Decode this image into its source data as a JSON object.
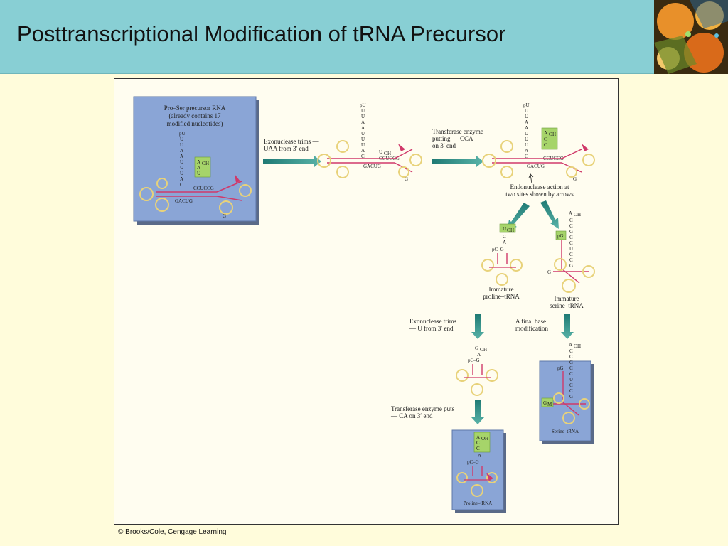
{
  "slide": {
    "title": "Posttranscriptional Modification of tRNA Precursor",
    "copyright": "© Brooks/Cole, Cengage Learning"
  },
  "figure": {
    "precursor_box": {
      "title_lines": [
        "Pro–Ser precursor RNA",
        "(already contains 17",
        "modified nucleotides)"
      ],
      "stem_letters": [
        "pU",
        "U",
        "U",
        "A",
        "A",
        "U",
        "U",
        "U",
        "A",
        "C"
      ],
      "green_tag": [
        "A",
        "OH",
        "A",
        "U"
      ],
      "seq_a": "GACUG",
      "seq_b": "CCUCCG",
      "g_label": "G"
    },
    "step1": {
      "lines": [
        "Exonuclease trims —",
        "UAA from 3′ end"
      ]
    },
    "step1_result": {
      "stem_letters": [
        "pU",
        "U",
        "U",
        "A",
        "A",
        "U",
        "U",
        "U",
        "A",
        "C"
      ],
      "end_tag": "U",
      "end_tag_sub": "OH",
      "seq_a": "GACUG",
      "seq_b": "CCUCCG",
      "g_label": "G"
    },
    "step2": {
      "lines": [
        "Transferase enzyme",
        "putting — CCA",
        "on 3′ end"
      ]
    },
    "step2_result": {
      "stem_letters": [
        "pU",
        "U",
        "U",
        "A",
        "A",
        "U",
        "U",
        "U",
        "A",
        "C"
      ],
      "green_tag": [
        "A",
        "OH",
        "C",
        "C"
      ],
      "seq_a": "GACUG",
      "seq_b": "CCUCCG",
      "g_label": "G"
    },
    "endonuclease": {
      "lines": [
        "Endonuclease action at",
        "two sites shown by arrows"
      ]
    },
    "imm_proline": {
      "tag": "U",
      "tag_sub": "OH",
      "letters": [
        "C",
        "A"
      ],
      "pc_label": "pC–G",
      "caption": [
        "Immature",
        "proline–tRNA"
      ]
    },
    "imm_serine": {
      "top": "A",
      "top_sub": "OH",
      "letters": [
        "C",
        "C",
        "G",
        "C",
        "C",
        "U",
        "C",
        "C",
        "G"
      ],
      "pg_label": "pG",
      "g_label": "G",
      "caption": [
        "Immature",
        "serine–tRNA"
      ]
    },
    "step3": {
      "lines": [
        "Exonuclease trims",
        "— U from 3′ end"
      ]
    },
    "step3_result": {
      "top": "G",
      "top_sub": "OH",
      "letters": [
        "A"
      ],
      "pc_label": "pC–G"
    },
    "step4": {
      "lines": [
        "A final base",
        "modification"
      ]
    },
    "serine_final": {
      "top": "A",
      "top_sub": "OH",
      "letters": [
        "C",
        "C",
        "G",
        "C",
        "C",
        "U",
        "C",
        "C",
        "G"
      ],
      "pg_label": "pG",
      "gm_label": "G",
      "gm_sub": "M",
      "caption": "Serine–tRNA"
    },
    "step5": {
      "lines": [
        "Transferase enzyme puts",
        "— CA on 3′ end"
      ]
    },
    "proline_final": {
      "tag": [
        "A",
        "OH",
        "C",
        "C"
      ],
      "letters": [
        "A"
      ],
      "pc_label": "pC–G",
      "caption": "Proline–tRNA"
    }
  },
  "colors": {
    "header": "#88cfd4",
    "background": "#fffcdb",
    "box_blue": "#8aa5d6",
    "arrow_teal": "#2a8a84",
    "rna_pink": "#d0396a",
    "loop_yellow": "#e8d27a",
    "tag_green": "#a6d46a"
  }
}
